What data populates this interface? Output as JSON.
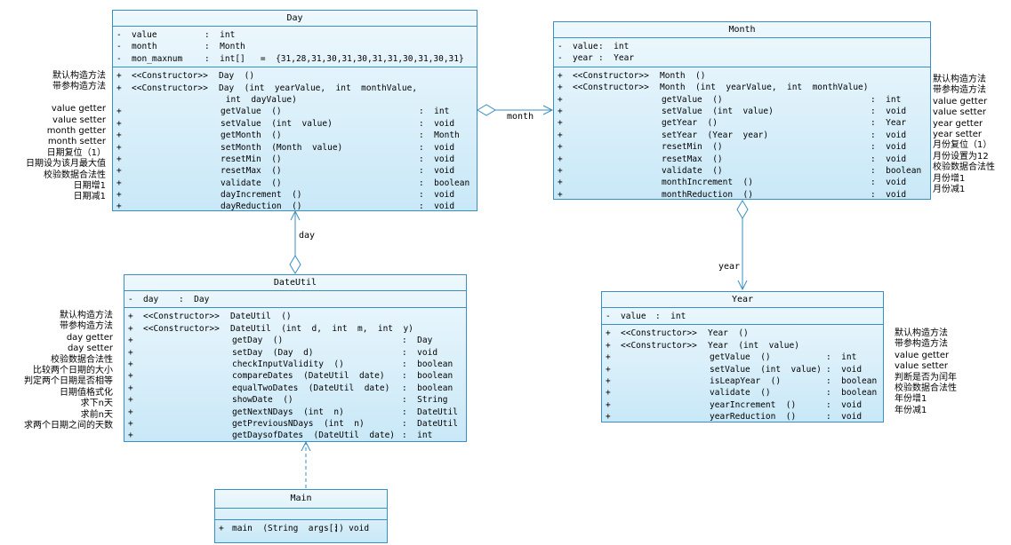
{
  "classes": {
    "day": {
      "name": "Day",
      "attributes": [
        {
          "vis": "-",
          "name": "value",
          "type": ":  int"
        },
        {
          "vis": "-",
          "name": "month",
          "type": ":  Month"
        },
        {
          "vis": "-",
          "name": "mon_maxnum",
          "type": ":  int[]   =  {31,28,31,30,31,30,31,31,30,31,30,31}"
        }
      ],
      "methods": [
        {
          "vis": "+",
          "stereo": "<<Constructor>>",
          "sig": "Day  ()",
          "ret": ""
        },
        {
          "vis": "+",
          "stereo": "<<Constructor>>",
          "sig": "Day  (int  yearValue,  int  monthValue,",
          "ret": ""
        },
        {
          "vis": "",
          "stereo": "",
          "sig": " int  dayValue)",
          "ret": ""
        },
        {
          "vis": "+",
          "stereo": "",
          "sig": "getValue  ()",
          "ret": ":  int"
        },
        {
          "vis": "+",
          "stereo": "",
          "sig": "setValue  (int  value)",
          "ret": ":  void"
        },
        {
          "vis": "+",
          "stereo": "",
          "sig": "getMonth  ()",
          "ret": ":  Month"
        },
        {
          "vis": "+",
          "stereo": "",
          "sig": "setMonth  (Month  value)",
          "ret": ":  void"
        },
        {
          "vis": "+",
          "stereo": "",
          "sig": "resetMin  ()",
          "ret": ":  void"
        },
        {
          "vis": "+",
          "stereo": "",
          "sig": "resetMax  ()",
          "ret": ":  void"
        },
        {
          "vis": "+",
          "stereo": "",
          "sig": "validate  ()",
          "ret": ":  boolean"
        },
        {
          "vis": "+",
          "stereo": "",
          "sig": "dayIncrement  ()",
          "ret": ":  void"
        },
        {
          "vis": "+",
          "stereo": "",
          "sig": "dayReduction  ()",
          "ret": ":  void"
        }
      ]
    },
    "month": {
      "name": "Month",
      "attributes": [
        {
          "vis": "-",
          "name": "value",
          "type": ":  int"
        },
        {
          "vis": "-",
          "name": "year",
          "type": ":  Year"
        }
      ],
      "methods": [
        {
          "vis": "+",
          "stereo": "<<Constructor>>",
          "sig": "Month  ()",
          "ret": ""
        },
        {
          "vis": "+",
          "stereo": "<<Constructor>>",
          "sig": "Month  (int  yearValue,  int  monthValue)",
          "ret": ""
        },
        {
          "vis": "+",
          "stereo": "",
          "sig": "getValue  ()",
          "ret": ":  int"
        },
        {
          "vis": "+",
          "stereo": "",
          "sig": "setValue  (int  value)",
          "ret": ":  void"
        },
        {
          "vis": "+",
          "stereo": "",
          "sig": "getYear  ()",
          "ret": ":  Year"
        },
        {
          "vis": "+",
          "stereo": "",
          "sig": "setYear  (Year  year)",
          "ret": ":  void"
        },
        {
          "vis": "+",
          "stereo": "",
          "sig": "resetMin  ()",
          "ret": ":  void"
        },
        {
          "vis": "+",
          "stereo": "",
          "sig": "resetMax  ()",
          "ret": ":  void"
        },
        {
          "vis": "+",
          "stereo": "",
          "sig": "validate  ()",
          "ret": ":  boolean"
        },
        {
          "vis": "+",
          "stereo": "",
          "sig": "monthIncrement  ()",
          "ret": ":  void"
        },
        {
          "vis": "+",
          "stereo": "",
          "sig": "monthReduction  ()",
          "ret": ":  void"
        }
      ]
    },
    "dateutil": {
      "name": "DateUtil",
      "attributes": [
        {
          "vis": "-",
          "name": "day",
          "type": ":  Day"
        }
      ],
      "methods": [
        {
          "vis": "+",
          "stereo": "<<Constructor>>",
          "sig": "DateUtil  ()",
          "ret": ""
        },
        {
          "vis": "+",
          "stereo": "<<Constructor>>",
          "sig": "DateUtil  (int  d,  int  m,  int  y)",
          "ret": ""
        },
        {
          "vis": "+",
          "stereo": "",
          "sig": "getDay  ()",
          "ret": ":  Day"
        },
        {
          "vis": "+",
          "stereo": "",
          "sig": "setDay  (Day  d)",
          "ret": ":  void"
        },
        {
          "vis": "+",
          "stereo": "",
          "sig": "checkInputValidity  ()",
          "ret": ":  boolean"
        },
        {
          "vis": "+",
          "stereo": "",
          "sig": "compareDates  (DateUtil  date)",
          "ret": ":  boolean"
        },
        {
          "vis": "+",
          "stereo": "",
          "sig": "equalTwoDates  (DateUtil  date)",
          "ret": ":  boolean"
        },
        {
          "vis": "+",
          "stereo": "",
          "sig": "showDate  ()",
          "ret": ":  String"
        },
        {
          "vis": "+",
          "stereo": "",
          "sig": "getNextNDays  (int  n)",
          "ret": ":  DateUtil"
        },
        {
          "vis": "+",
          "stereo": "",
          "sig": "getPreviousNDays  (int  n)",
          "ret": ":  DateUtil"
        },
        {
          "vis": "+",
          "stereo": "",
          "sig": "getDaysofDates  (DateUtil  date)",
          "ret": ":  int"
        }
      ]
    },
    "year": {
      "name": "Year",
      "attributes": [
        {
          "vis": "-",
          "name": "value",
          "type": ":  int"
        }
      ],
      "methods": [
        {
          "vis": "+",
          "stereo": "<<Constructor>>",
          "sig": "Year  ()",
          "ret": ""
        },
        {
          "vis": "+",
          "stereo": "<<Constructor>>",
          "sig": "Year  (int  value)",
          "ret": ""
        },
        {
          "vis": "+",
          "stereo": "",
          "sig": "getValue  ()",
          "ret": ":  int"
        },
        {
          "vis": "+",
          "stereo": "",
          "sig": "setValue  (int  value)",
          "ret": ":  void"
        },
        {
          "vis": "+",
          "stereo": "",
          "sig": "isLeapYear  ()",
          "ret": ":  boolean"
        },
        {
          "vis": "+",
          "stereo": "",
          "sig": "validate  ()",
          "ret": ":  boolean"
        },
        {
          "vis": "+",
          "stereo": "",
          "sig": "yearIncrement  ()",
          "ret": ":  void"
        },
        {
          "vis": "+",
          "stereo": "",
          "sig": "yearReduction  ()",
          "ret": ":  void"
        }
      ]
    },
    "main": {
      "name": "Main",
      "attributes": [],
      "methods": [
        {
          "vis": "+",
          "stereo": "",
          "sig": "main  (String  args[])",
          "ret": ":  void"
        }
      ]
    }
  },
  "notes": {
    "day": [
      "默认构造方法",
      "带参构造方法",
      "",
      "value getter",
      "value setter",
      "month getter",
      "month setter",
      "日期复位（1）",
      "日期设为该月最大值",
      "校验数据合法性",
      "日期增1",
      "日期减1"
    ],
    "month": [
      "默认构造方法",
      "带参构造方法",
      "value getter",
      "value setter",
      "year getter",
      "year setter",
      "月份复位（1）",
      "月份设置为12",
      "校验数据合法性",
      "月份增1",
      "月份减1"
    ],
    "dateutil": [
      "默认构造方法",
      "带参构造方法",
      "day getter",
      "day setter",
      "校验数据合法性",
      "比较两个日期的大小",
      "判定两个日期是否相等",
      "日期值格式化",
      "求下n天",
      "求前n天",
      "求两个日期之间的天数"
    ],
    "year": [
      "默认构造方法",
      "带参构造方法",
      "value getter",
      "value setter",
      "判断是否为闰年",
      "校验数据合法性",
      "年份增1",
      "年份减1"
    ]
  },
  "associations": {
    "month": "month",
    "day": "day",
    "year": "year"
  },
  "colors": {
    "border": "#3a8fc2",
    "fill_top": "#eef8fd",
    "fill_bottom": "#c9e8f7",
    "line": "#3a8fc2"
  }
}
